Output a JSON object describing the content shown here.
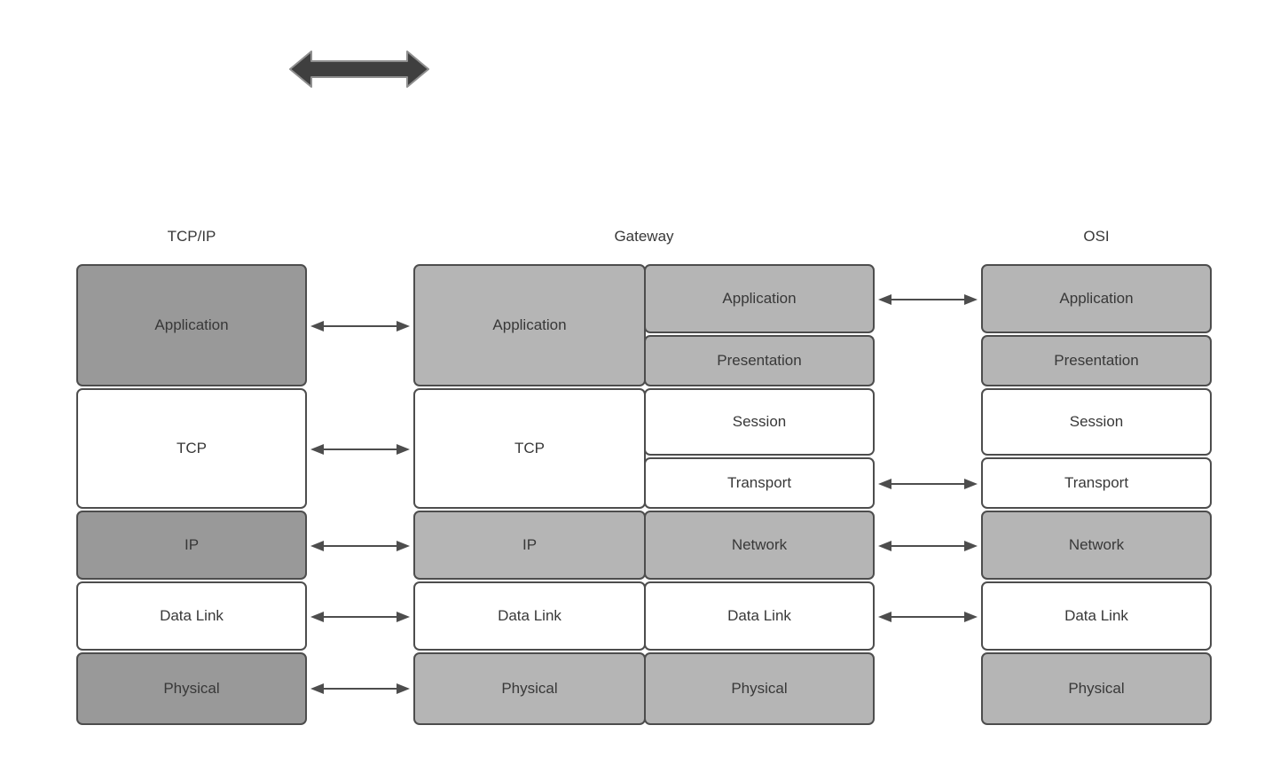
{
  "columns": {
    "tcpip": {
      "title": "TCP/IP",
      "layers": [
        {
          "label": "Application",
          "fill": "#999999"
        },
        {
          "label": "TCP",
          "fill": "#ffffff"
        },
        {
          "label": "IP",
          "fill": "#999999"
        },
        {
          "label": "Data Link",
          "fill": "#ffffff"
        },
        {
          "label": "Physical",
          "fill": "#999999"
        }
      ]
    },
    "gateway": {
      "title": "Gateway",
      "left_stack": [
        {
          "label": "Application",
          "fill": "#b5b5b5"
        },
        {
          "label": "TCP",
          "fill": "#ffffff"
        },
        {
          "label": "IP",
          "fill": "#b5b5b5"
        },
        {
          "label": "Data Link",
          "fill": "#ffffff"
        },
        {
          "label": "Physical",
          "fill": "#b5b5b5"
        }
      ],
      "right_stack": [
        {
          "label": "Application",
          "fill": "#b5b5b5"
        },
        {
          "label": "Presentation",
          "fill": "#b5b5b5"
        },
        {
          "label": "Session",
          "fill": "#ffffff"
        },
        {
          "label": "Transport",
          "fill": "#ffffff"
        },
        {
          "label": "Network",
          "fill": "#b5b5b5"
        },
        {
          "label": "Data Link",
          "fill": "#ffffff"
        },
        {
          "label": "Physical",
          "fill": "#b5b5b5"
        }
      ]
    },
    "osi": {
      "title": "OSI",
      "layers": [
        {
          "label": "Application",
          "fill": "#b5b5b5"
        },
        {
          "label": "Presentation",
          "fill": "#b5b5b5"
        },
        {
          "label": "Session",
          "fill": "#ffffff"
        },
        {
          "label": "Transport",
          "fill": "#ffffff"
        },
        {
          "label": "Network",
          "fill": "#b5b5b5"
        },
        {
          "label": "Data Link",
          "fill": "#ffffff"
        },
        {
          "label": "Physical",
          "fill": "#b5b5b5"
        }
      ]
    }
  },
  "connections": {
    "tcpip_to_gateway": [
      "Application",
      "TCP",
      "IP",
      "Data Link",
      "Physical"
    ],
    "gateway_to_osi": [
      "Application",
      "Transport",
      "Network",
      "Data Link"
    ]
  },
  "icons": {
    "top_arrow": "double-headed-arrow"
  },
  "colors": {
    "layer_dark_gray": "#999999",
    "layer_light_gray": "#b5b5b5",
    "layer_white": "#ffffff",
    "box_border": "#4d4d4d",
    "connector_arrow": "#4d4d4d",
    "top_arrow_fill": "#3f3f3f",
    "top_arrow_outline": "#8f8f8f",
    "text": "#383838",
    "background": "#ffffff"
  }
}
